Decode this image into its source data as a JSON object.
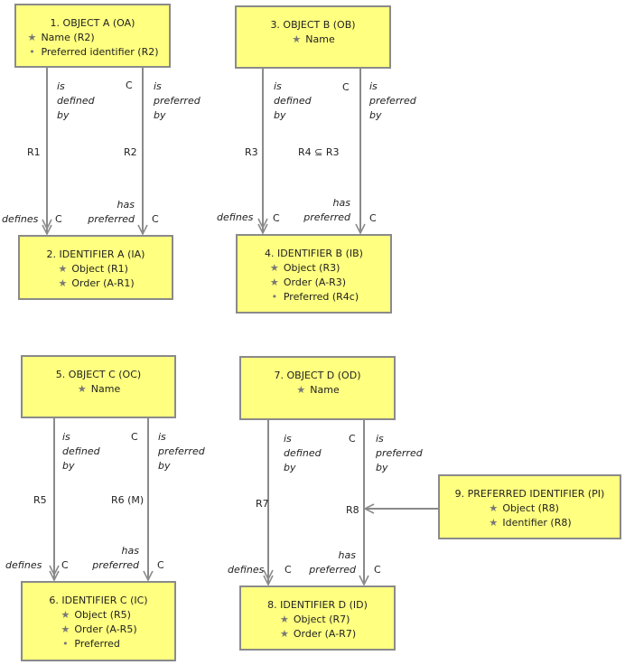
{
  "objects": {
    "oa": {
      "title": "1. OBJECT A (OA)",
      "attrs": [
        {
          "mark": "★",
          "text": "Name (R2)"
        },
        {
          "mark": "•",
          "text": "Preferred identifier (R2)"
        }
      ]
    },
    "ia": {
      "title": "2. IDENTIFIER A (IA)",
      "attrs": [
        {
          "mark": "★",
          "text": "Object (R1)"
        },
        {
          "mark": "★",
          "text": "Order (A-R1)"
        }
      ]
    },
    "ob": {
      "title": "3. OBJECT B (OB)",
      "attrs": [
        {
          "mark": "★",
          "text": "Name"
        }
      ]
    },
    "ib": {
      "title": "4. IDENTIFIER B (IB)",
      "attrs": [
        {
          "mark": "★",
          "text": "Object (R3)"
        },
        {
          "mark": "★",
          "text": "Order (A-R3)"
        },
        {
          "mark": "•",
          "text": "Preferred (R4c)"
        }
      ]
    },
    "oc": {
      "title": "5. OBJECT C (OC)",
      "attrs": [
        {
          "mark": "★",
          "text": "Name"
        }
      ]
    },
    "ic": {
      "title": "6. IDENTIFIER C (IC)",
      "attrs": [
        {
          "mark": "★",
          "text": "Object (R5)"
        },
        {
          "mark": "★",
          "text": "Order (A-R5)"
        },
        {
          "mark": "•",
          "text": "Preferred"
        }
      ]
    },
    "od": {
      "title": "7. OBJECT D (OD)",
      "attrs": [
        {
          "mark": "★",
          "text": "Name"
        }
      ]
    },
    "id": {
      "title": "8. IDENTIFIER D (ID)",
      "attrs": [
        {
          "mark": "★",
          "text": "Object (R7)"
        },
        {
          "mark": "★",
          "text": "Order (A-R7)"
        }
      ]
    },
    "pi": {
      "title": "9. PREFERRED IDENTIFIER (PI)",
      "attrs": [
        {
          "mark": "★",
          "text": "Object (R8)"
        },
        {
          "mark": "★",
          "text": "Identifier (R8)"
        }
      ]
    }
  },
  "labels": {
    "is_defined_by": "is\ndefined\nby",
    "is_preferred_by": "is\npreferred\nby",
    "has_preferred": "has\npreferred",
    "defines": "defines",
    "c": "C",
    "r1": "R1",
    "r2": "R2",
    "r3": "R3",
    "r4": "R4 ⊆ R3",
    "r5": "R5",
    "r6": "R6 (M)",
    "r7": "R7",
    "r8": "R8"
  },
  "colors": {
    "box_fill": "#ffff80",
    "box_border": "#8a8a8a",
    "line": "#8a8a8a",
    "text": "#222222",
    "mark": "#777777"
  }
}
